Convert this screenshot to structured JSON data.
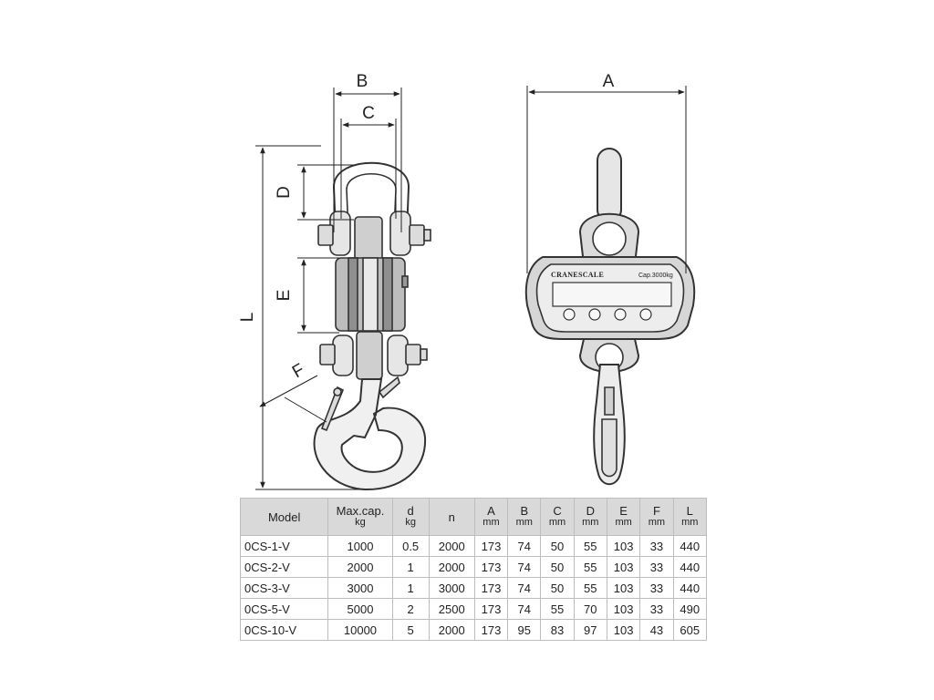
{
  "labels": {
    "B": "B",
    "C": "C",
    "A": "A",
    "D": "D",
    "E": "E",
    "F": "F",
    "L": "L"
  },
  "scale_display": {
    "brand": "CRANESCALE",
    "capacity": "Cap.3000kg"
  },
  "table": {
    "headers": [
      {
        "label": "Model",
        "unit": ""
      },
      {
        "label": "Max.cap.",
        "unit": "kg"
      },
      {
        "label": "d",
        "unit": "kg"
      },
      {
        "label": "n",
        "unit": ""
      },
      {
        "label": "A",
        "unit": "mm"
      },
      {
        "label": "B",
        "unit": "mm"
      },
      {
        "label": "C",
        "unit": "mm"
      },
      {
        "label": "D",
        "unit": "mm"
      },
      {
        "label": "E",
        "unit": "mm"
      },
      {
        "label": "F",
        "unit": "mm"
      },
      {
        "label": "L",
        "unit": "mm"
      }
    ],
    "rows": [
      [
        "0CS-1-V",
        "1000",
        "0.5",
        "2000",
        "173",
        "74",
        "50",
        "55",
        "103",
        "33",
        "440"
      ],
      [
        "0CS-2-V",
        "2000",
        "1",
        "2000",
        "173",
        "74",
        "50",
        "55",
        "103",
        "33",
        "440"
      ],
      [
        "0CS-3-V",
        "3000",
        "1",
        "3000",
        "173",
        "74",
        "50",
        "55",
        "103",
        "33",
        "440"
      ],
      [
        "0CS-5-V",
        "5000",
        "2",
        "2500",
        "173",
        "74",
        "55",
        "70",
        "103",
        "33",
        "490"
      ],
      [
        "0CS-10-V",
        "10000",
        "5",
        "2000",
        "173",
        "95",
        "83",
        "97",
        "103",
        "43",
        "605"
      ]
    ]
  }
}
